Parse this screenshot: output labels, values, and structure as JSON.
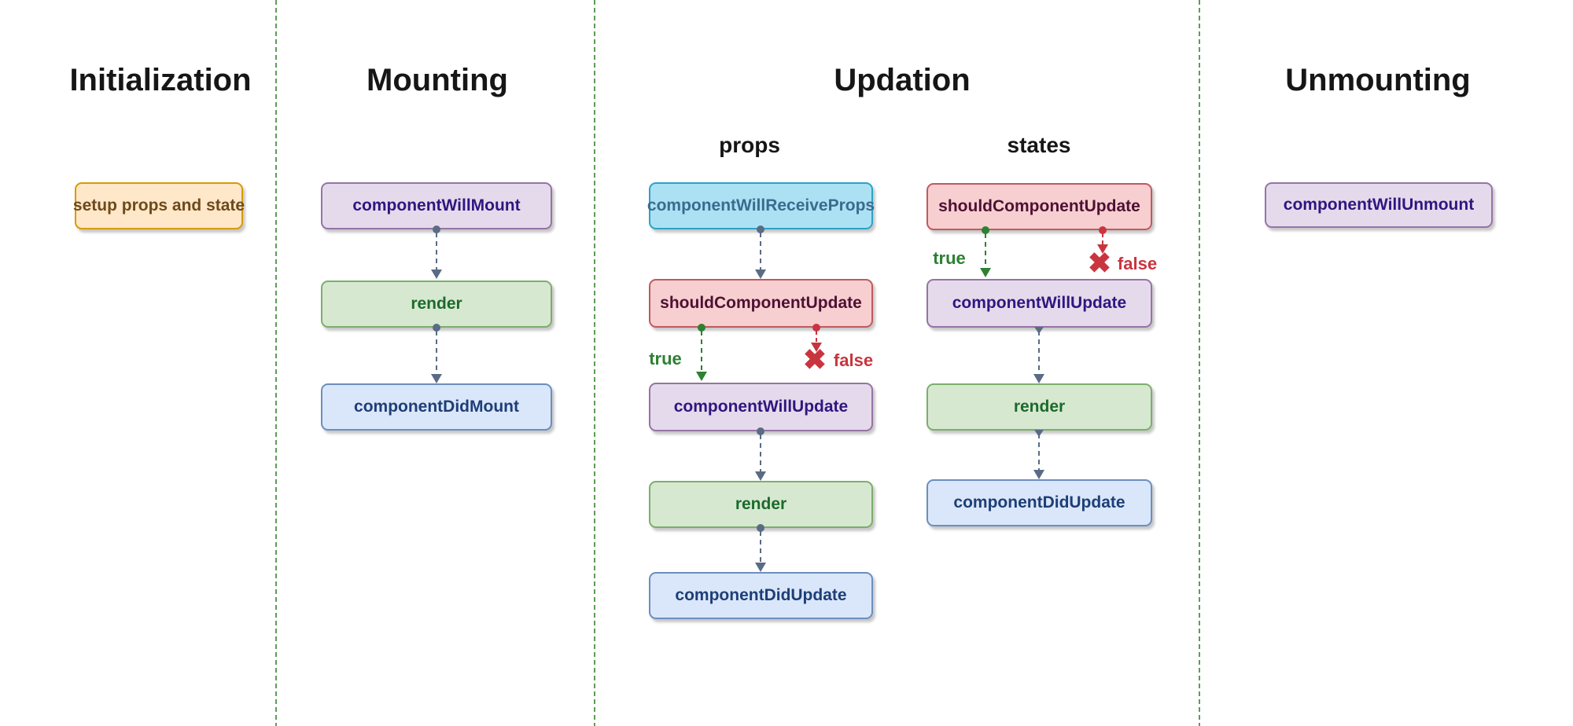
{
  "sections": {
    "initialization": {
      "title": "Initialization"
    },
    "mounting": {
      "title": "Mounting"
    },
    "updation": {
      "title": "Updation",
      "props_label": "props",
      "states_label": "states"
    },
    "unmounting": {
      "title": "Unmounting"
    }
  },
  "nodes": {
    "setup_props_and_state": "setup props and state",
    "component_will_mount": "componentWillMount",
    "render_mounting": "render",
    "component_did_mount": "componentDidMount",
    "component_will_receive_props": "componentWillReceiveProps",
    "should_component_update_props": "shouldComponentUpdate",
    "component_will_update_props": "componentWillUpdate",
    "render_props": "render",
    "component_did_update_props": "componentDidUpdate",
    "should_component_update_states": "shouldComponentUpdate",
    "component_will_update_states": "componentWillUpdate",
    "render_states": "render",
    "component_did_update_states": "componentDidUpdate",
    "component_will_unmount": "componentWillUnmount"
  },
  "branches": {
    "true_label": "true",
    "false_label": "false",
    "false_marker": "✖"
  },
  "colors": {
    "node_orange_fill": "#FFE7C9",
    "node_orange_border": "#D79B00",
    "node_orange_text": "#6E4A1A",
    "node_purple_fill": "#E5DAEC",
    "node_purple_border": "#9673A6",
    "node_purple_text": "#2E1680",
    "node_green_fill": "#D7E8D1",
    "node_green_border": "#7CAE6C",
    "node_green_text": "#1B6B2B",
    "node_blue_fill": "#DAE7FA",
    "node_blue_border": "#6C8EBF",
    "node_blue_text": "#1E3E76",
    "node_cyan_fill": "#ACE1F4",
    "node_cyan_border": "#2BA4C6",
    "node_cyan_text": "#3A6B8E",
    "node_red_fill": "#F7CFD0",
    "node_red_border": "#C05A5E",
    "node_red_text": "#4D1134",
    "connector_slate": "#5A6B85",
    "true_green": "#2E8033",
    "false_red": "#C9353F",
    "divider_green": "#5E9C57"
  }
}
